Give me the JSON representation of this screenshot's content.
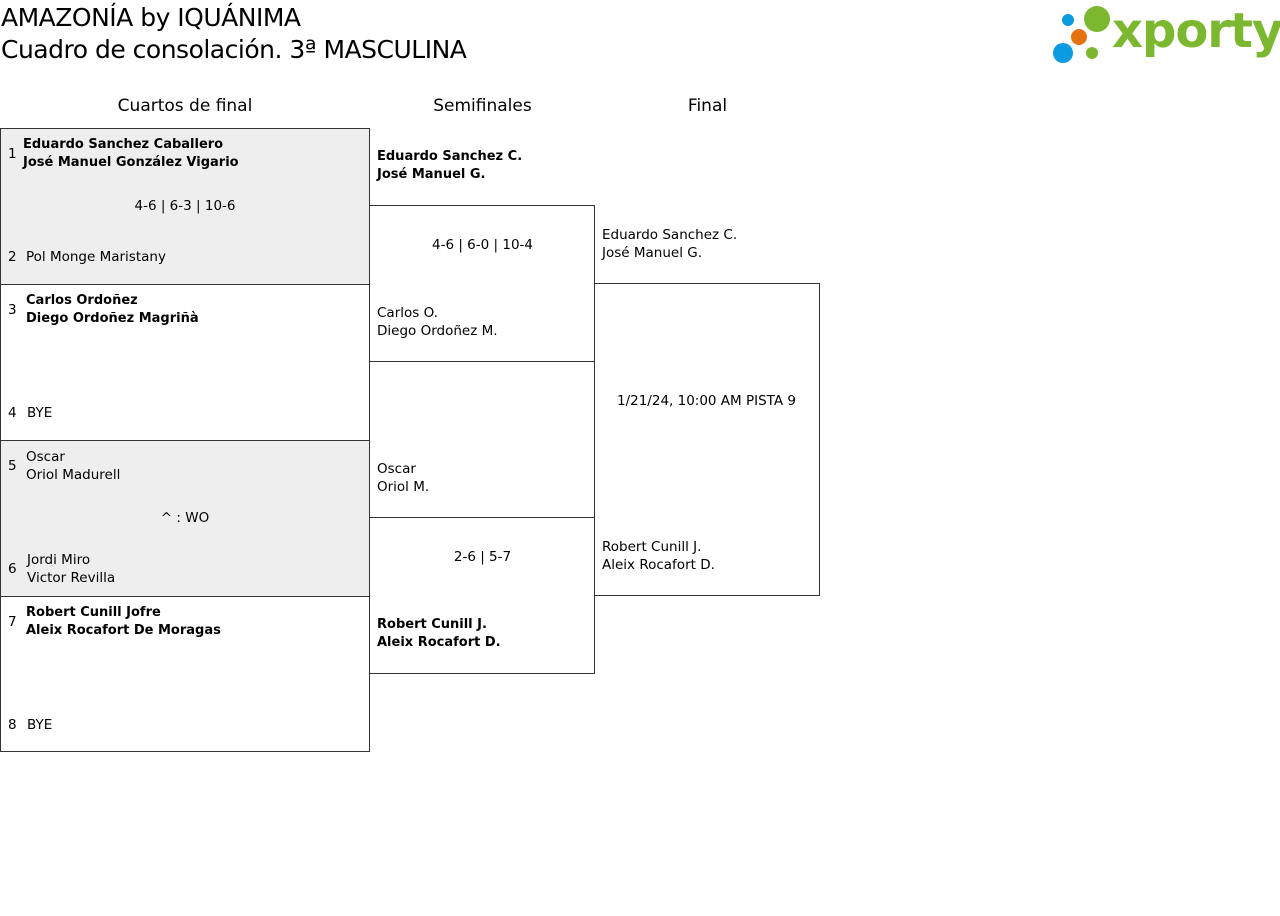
{
  "header": {
    "title": "AMAZONÍA by IQUÁNIMA",
    "subtitle": "Cuadro de consolación. 3ª MASCULINA",
    "logo_text": "xporty"
  },
  "rounds": [
    "Cuartos de final",
    "Semifinales",
    "Final"
  ],
  "quarterfinals": [
    {
      "seed_a": "1",
      "team_a": [
        "Eduardo Sanchez Caballero",
        "José Manuel González Vigario"
      ],
      "seed_b": "2",
      "team_b": [
        "Pol Monge Maristany"
      ],
      "score": "4-6 | 6-3 | 10-6"
    },
    {
      "seed_a": "3",
      "team_a": [
        "Carlos Ordoñez",
        "Diego Ordoñez Magriñà"
      ],
      "seed_b": "4",
      "team_b": [
        "BYE"
      ],
      "score": ""
    },
    {
      "seed_a": "5",
      "team_a": [
        "Oscar",
        "Oriol Madurell"
      ],
      "seed_b": "6",
      "team_b": [
        "Jordi Miro",
        "Victor Revilla"
      ],
      "score": "^ : WO"
    },
    {
      "seed_a": "7",
      "team_a": [
        "Robert Cunill Jofre",
        "Aleix Rocafort De Moragas"
      ],
      "seed_b": "8",
      "team_b": [
        "BYE"
      ],
      "score": ""
    }
  ],
  "semifinals": [
    {
      "team_a": [
        "Eduardo Sanchez C.",
        "José Manuel G."
      ],
      "team_b": [
        "Carlos O.",
        "Diego Ordoñez M."
      ],
      "score": "4-6 | 6-0 | 10-4"
    },
    {
      "team_a": [
        "Oscar",
        "Oriol M."
      ],
      "team_b": [
        "Robert Cunill J.",
        "Aleix Rocafort D."
      ],
      "score": "2-6 | 5-7"
    }
  ],
  "final": {
    "team_a": [
      "Eduardo Sanchez C.",
      "José Manuel G."
    ],
    "team_b": [
      "Robert Cunill J.",
      "Aleix Rocafort D."
    ],
    "info": "1/21/24, 10:00 AM PISTA 9"
  }
}
